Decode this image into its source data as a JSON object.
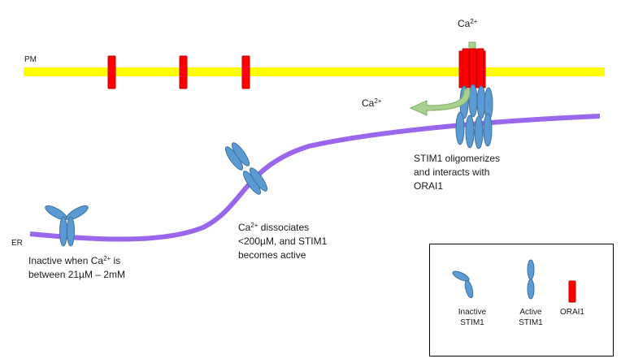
{
  "membranes": {
    "pm_label": "PM",
    "er_label": "ER"
  },
  "ion": {
    "base": "Ca",
    "charge": "2+"
  },
  "captions": {
    "inactive_line1_pre": "Inactive when Ca",
    "inactive_line1_post": " is",
    "inactive_line2": "between 21µM – 2mM",
    "dissociate_line1_post": " dissociates",
    "dissociate_line2": "<200µM, and STIM1",
    "dissociate_line3": "becomes active",
    "oligomer_line1": "STIM1 oligomerizes",
    "oligomer_line2": "and interacts with",
    "oligomer_line3": "ORAI1"
  },
  "legend": {
    "inactive_line1": "Inactive",
    "inactive_line2": "STIM1",
    "active_line1": "Active",
    "active_line2": "STIM1",
    "orai": "ORAI1"
  },
  "colors": {
    "plasma_membrane": "#ffff00",
    "er_membrane": "#9966ee",
    "orai1": "#ff0000",
    "stim1": "#5b9bd5",
    "ca_flow_arrow": "#a9d18e"
  }
}
